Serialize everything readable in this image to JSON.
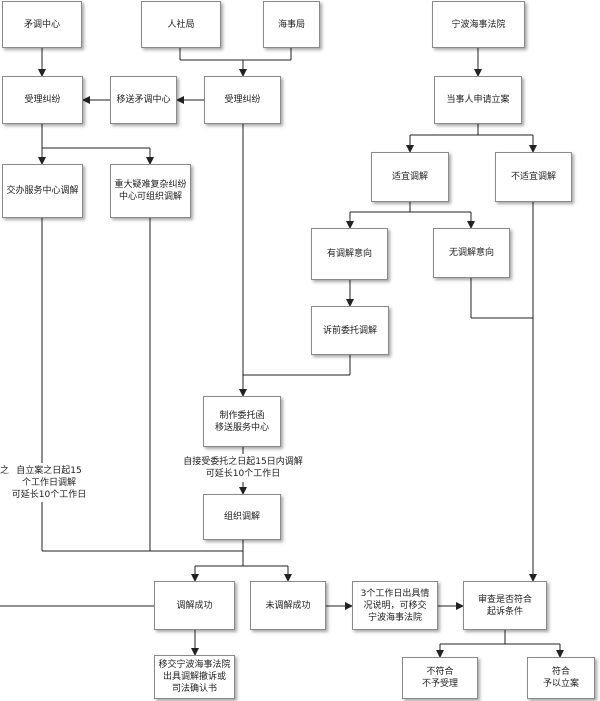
{
  "nodes": {
    "mediation_center": "矛调中心",
    "hr_bureau": "人社局",
    "maritime_bureau": "海事局",
    "ningbo_court": "宁波海事法院",
    "accept_dispute_left": "受理纠纷",
    "transfer_to_center": "移送矛调中心",
    "accept_dispute_mid": "受理纠纷",
    "party_apply": "当事人申请立案",
    "suitable_mediation": "适宜调解",
    "unsuitable_mediation": "不适宜调解",
    "service_center_mediation": "交办服务中心调解",
    "major_dispute": "重大疑难复杂纠纷\n中心可组织调解",
    "willing_mediation": "有调解意向",
    "no_willing_mediation": "无调解意向",
    "pre_litigation": "诉前委托调解",
    "make_commission": "制作委托函\n移送服务中心",
    "organize_mediation": "组织调解",
    "mediation_success": "调解成功",
    "mediation_failed": "未调解成功",
    "transfer_court": "3个工作日出具情\n况说明，可移交\n宁波海事法院",
    "review_conditions": "审查是否符合\n起诉条件",
    "confirmation": "移交宁波海事法院\n出具调解撤诉或\n司法确认书",
    "not_qualified": "不符合\n不予受理",
    "qualified": "符合\n予以立案"
  },
  "notes": {
    "left_deadline": "自立案之日起15\n个工作日调解\n可延长10个工作日",
    "left_fragment": "之",
    "mid_deadline": "自接受委托之日起15日内调解\n可延长10个工作日"
  }
}
